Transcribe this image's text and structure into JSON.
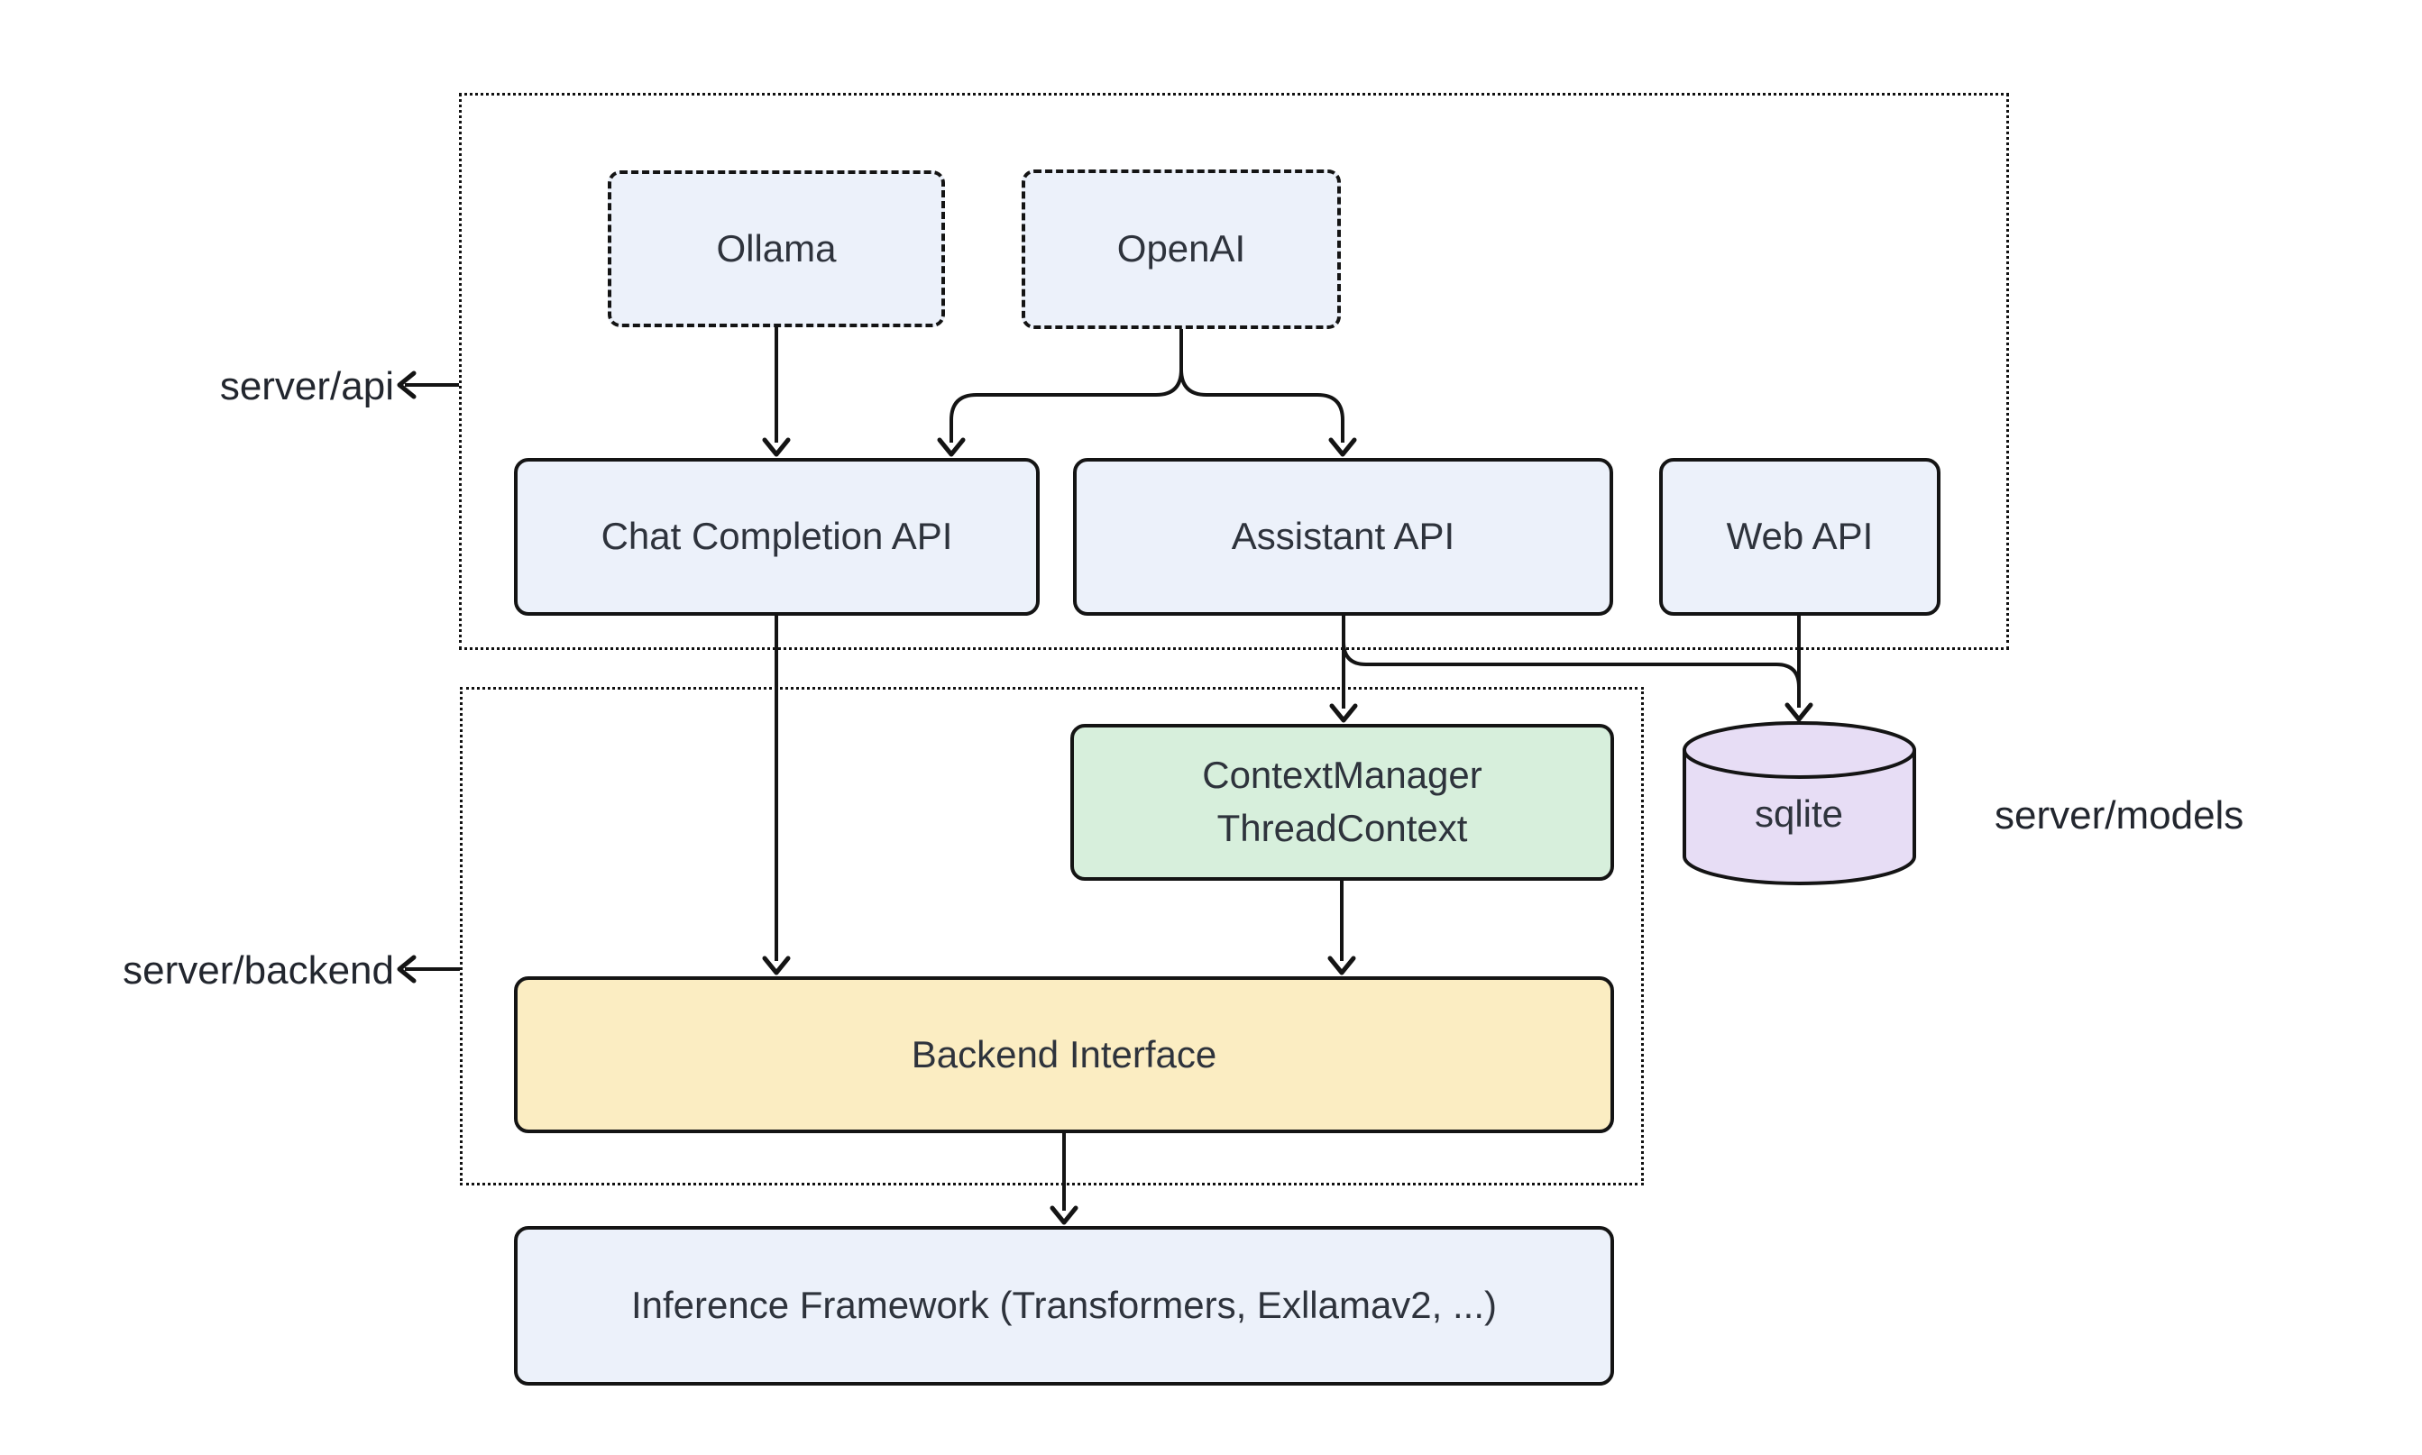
{
  "colors": {
    "node_blue": "#ECF1FA",
    "node_green": "#D7EFDC",
    "node_yellow": "#FBEDC2",
    "node_purple": "#E7DDF5",
    "border": "#141414",
    "text": "#2E333C",
    "background": "#FFFFFF"
  },
  "containers": {
    "server_api": {
      "label": "server/api"
    },
    "server_backend": {
      "label": "server/backend"
    }
  },
  "side_labels": {
    "server_models": {
      "label": "server/models"
    }
  },
  "nodes": {
    "ollama": {
      "label": "Ollama"
    },
    "openai": {
      "label": "OpenAI"
    },
    "chat_completion_api": {
      "label": "Chat Completion API"
    },
    "assistant_api": {
      "label": "Assistant API"
    },
    "web_api": {
      "label": "Web API"
    },
    "context_manager": {
      "line1": "ContextManager",
      "line2": "ThreadContext"
    },
    "sqlite": {
      "label": "sqlite"
    },
    "backend_interface": {
      "label": "Backend Interface"
    },
    "inference_framework": {
      "label": "Inference Framework (Transformers, Exllamav2, ...)"
    }
  },
  "edges": [
    {
      "from": "Ollama",
      "to": "Chat Completion API"
    },
    {
      "from": "OpenAI",
      "to": "Chat Completion API"
    },
    {
      "from": "OpenAI",
      "to": "Assistant API"
    },
    {
      "from": "Chat Completion API",
      "to": "Backend Interface"
    },
    {
      "from": "Assistant API",
      "to": "ContextManager ThreadContext"
    },
    {
      "from": "Assistant API",
      "to": "sqlite"
    },
    {
      "from": "Web API",
      "to": "sqlite"
    },
    {
      "from": "ContextManager ThreadContext",
      "to": "Backend Interface"
    },
    {
      "from": "Backend Interface",
      "to": "Inference Framework (Transformers, Exllamav2, ...)"
    }
  ]
}
